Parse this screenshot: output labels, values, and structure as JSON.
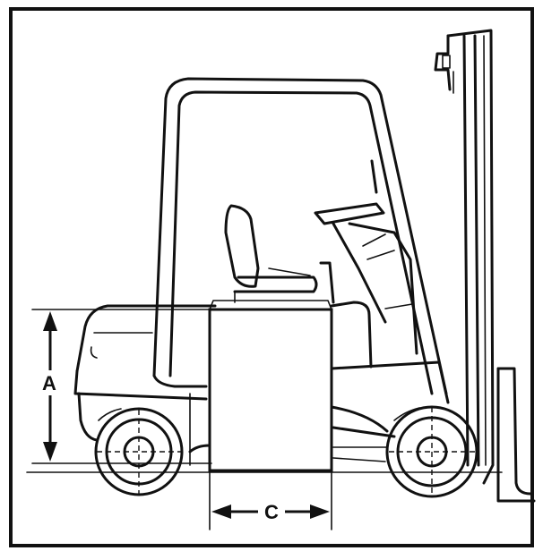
{
  "figure": {
    "label_a": "A",
    "label_c": "C",
    "subject": "forklift-side-view",
    "line_color": "#111111",
    "background": "#ffffff"
  }
}
